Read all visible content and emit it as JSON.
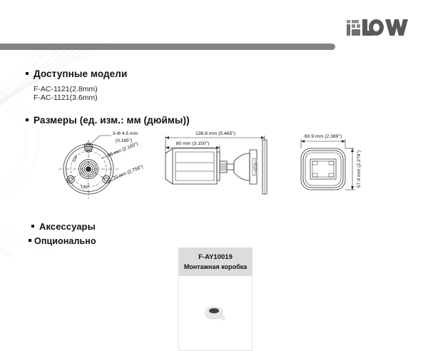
{
  "header": {
    "logo_text": "FLOW",
    "logo_icon": "flow-logo",
    "divider_color": "#808285"
  },
  "sections": {
    "models": {
      "title": "Доступные модели",
      "items": [
        "F-AC-1121(2.8mm)",
        "F-AC-1121(3.6mm)"
      ]
    },
    "dimensions": {
      "title": "Размеры (ед. изм.: мм (дюймы))",
      "drawings": {
        "front": {
          "name": "front-mount-base-view",
          "labels": {
            "holes": "3-Φ 4.5 mm",
            "holes_inch": "(0.165\")",
            "bolt_circle": "55 mm (2.165\")",
            "outer_diameter": "70 mm (2.756\")",
            "angle_left": "120°",
            "angle_bottom": "120°"
          }
        },
        "side": {
          "name": "side-profile-view",
          "labels": {
            "total_length": "138.8 mm (5.465\")",
            "body_length": "80 mm (3.150\")"
          }
        },
        "rear": {
          "name": "rear-face-view",
          "labels": {
            "width": "60.9 mm (2.389\")",
            "height": "57.9 mm (2.278\")"
          }
        }
      }
    },
    "accessories": {
      "title": "Аксессуары",
      "optional_title": "Опционально",
      "cards": [
        {
          "code": "F-AY10019",
          "name": "Монтажная коробка",
          "image": "junction-box-photo"
        }
      ]
    }
  }
}
